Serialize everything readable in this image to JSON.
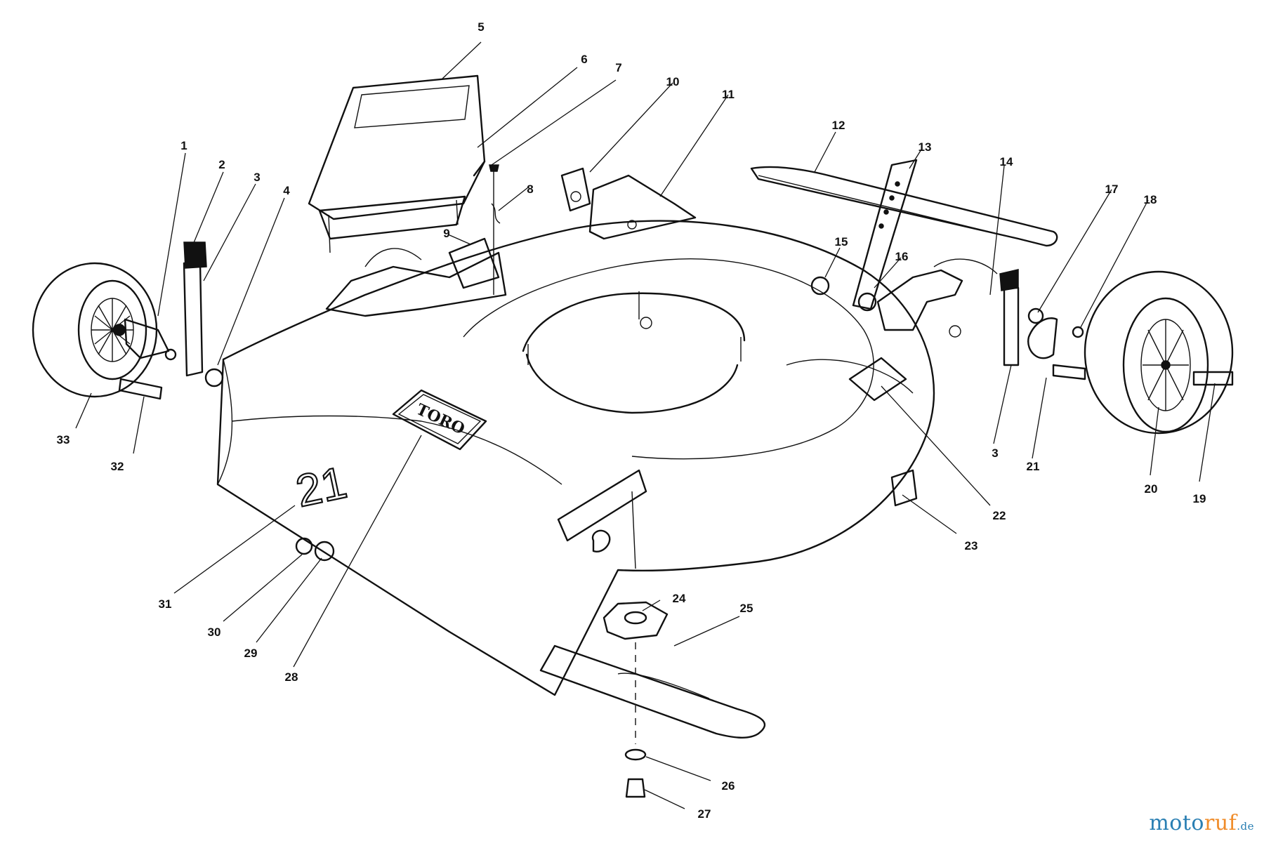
{
  "brand_badge": "TORO",
  "deck_size_mark": "21",
  "callouts": [
    "1",
    "2",
    "3",
    "4",
    "5",
    "6",
    "7",
    "8",
    "9",
    "10",
    "11",
    "12",
    "13",
    "14",
    "15",
    "16",
    "17",
    "18",
    "19",
    "20",
    "21",
    "22",
    "23",
    "24",
    "25",
    "26",
    "27",
    "28",
    "29",
    "30",
    "31",
    "32",
    "33",
    "3"
  ],
  "watermark": {
    "part_a": "moto",
    "part_b": "ruf",
    "part_c": ".de"
  }
}
